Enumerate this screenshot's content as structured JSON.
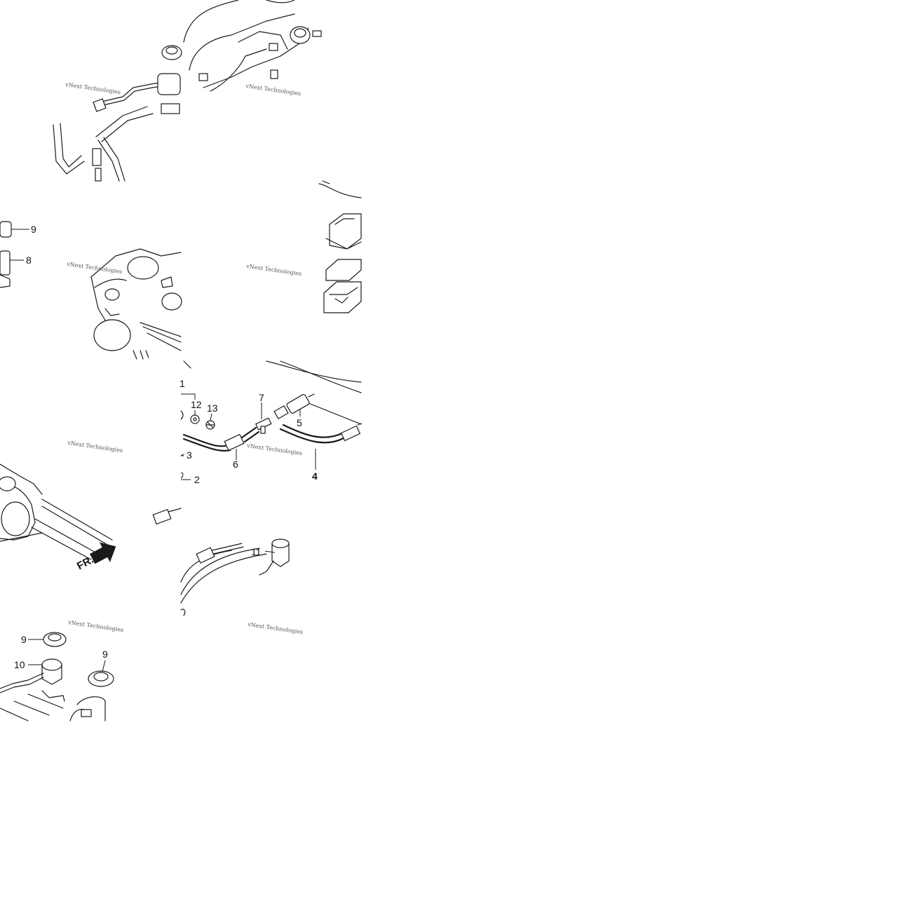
{
  "diagram": {
    "callouts": {
      "c1": "1",
      "c2": "2",
      "c3": "3",
      "c4": "4",
      "c5": "5",
      "c6": "6",
      "c7": "7",
      "c8": "8",
      "c9a": "9",
      "c9b": "9",
      "c9c": "9",
      "c10": "10",
      "c11": "11",
      "c12": "12",
      "c13": "13"
    },
    "front_marker": "FR.",
    "watermark": "vNext Technologies",
    "icons": [
      "front-arrow-icon"
    ]
  }
}
